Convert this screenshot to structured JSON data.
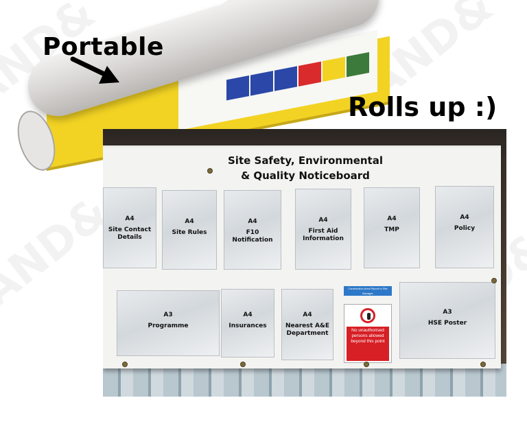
{
  "captions": {
    "portable": "Portable",
    "rolls_up": "Rolls up :)"
  },
  "watermark": "AND&",
  "board": {
    "title_line1": "Site Safety, Environmental",
    "title_line2": "& Quality Noticeboard",
    "top_row": [
      {
        "size": "A4",
        "label": "Site Contact Details"
      },
      {
        "size": "A4",
        "label": "Site Rules"
      },
      {
        "size": "A4",
        "label": "F10 Notification"
      },
      {
        "size": "A4",
        "label": "First Aid Information"
      },
      {
        "size": "A4",
        "label": "TMP"
      },
      {
        "size": "A4",
        "label": "Policy"
      }
    ],
    "bottom_row": [
      {
        "size": "A3",
        "label": "Programme"
      },
      {
        "size": "A4",
        "label": "Insurances"
      },
      {
        "size": "A4",
        "label": "Nearest A&E Department"
      },
      {
        "size": "A3",
        "label": "HSE Poster"
      }
    ],
    "sign_blue": "Construction Area Report to Site Manager",
    "sign_red": "No unauthorised persons allowed beyond this point"
  },
  "colors": {
    "banner_yellow": "#f2d323",
    "sign_red": "#d71f26",
    "sign_blue": "#2d78c8",
    "roll_stripes": [
      "#2b47a8",
      "#2b47a8",
      "#2b47a8",
      "#d92b2b",
      "#f2d323",
      "#3b7a3a"
    ]
  },
  "icons": [
    "arrow-icon",
    "no-entry-icon"
  ]
}
